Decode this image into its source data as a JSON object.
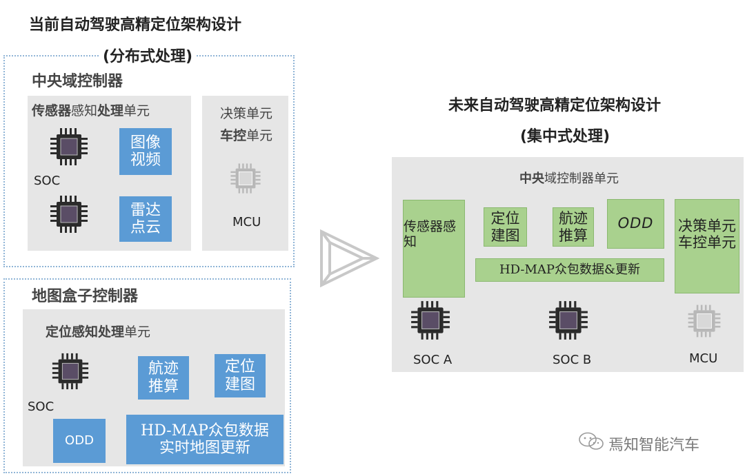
{
  "left": {
    "title_line1": "当前自动驾驶高精定位架构设计",
    "title_line2": "(分布式处理)",
    "central": {
      "title": "中央域控制器",
      "sensor_unit": {
        "bold1": "传感器",
        "mid": "感知",
        "bold2": "处理",
        "tail": "单元"
      },
      "blocks": [
        "图像\n视频",
        "雷达\n点云"
      ],
      "soc_label": "SOC",
      "decision": {
        "line1": "决策单元",
        "bold": "车控",
        "tail": "单元"
      },
      "mcu_label": "MCU"
    },
    "mapbox": {
      "title": "地图盒子控制器",
      "unit": {
        "bold": "定位感知处理",
        "tail": "单元"
      },
      "soc_label": "SOC",
      "blocks": [
        "航迹\n推算",
        "定位\n建图"
      ],
      "odd": "ODD",
      "hdmap": "HD-MAP众包数据\n实时地图更新"
    }
  },
  "right": {
    "title_line1": "未来自动驾驶高精定位架构设计",
    "title_line2": "(集中式处理)",
    "panel_title": {
      "bold": "中央",
      "tail": "域控制器单元"
    },
    "sensor": "传感器感\n知",
    "loc": "定位\n建图",
    "track": "航迹\n推算",
    "odd": "ODD",
    "decision": "决策单元\n车控单元",
    "hdmap": "HD-MAP众包数据&更新",
    "soc_a": "SOC A",
    "soc_b": "SOC B",
    "mcu": "MCU"
  },
  "watermark": "焉知智能汽车",
  "colors": {
    "blue": "#5b9bd5",
    "green": "#a9d18e",
    "chip_dark": "#2b2b2b",
    "chip_light": "#b8b8b8"
  }
}
